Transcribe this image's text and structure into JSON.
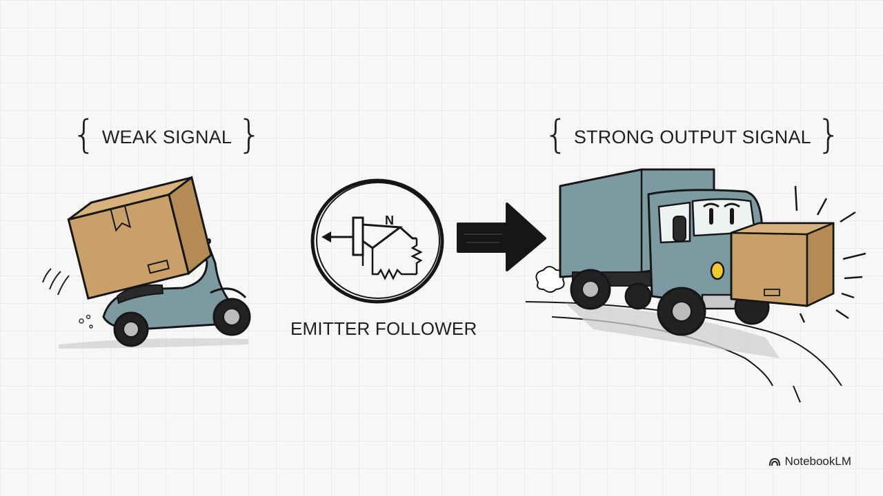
{
  "labels": {
    "weak_signal": "WEAK SIGNAL",
    "emitter_follower": "EMITTER FOLLOWER",
    "strong_output_signal": "STRONG OUTPUT SIGNAL"
  },
  "schematic": {
    "transistor_type": "N"
  },
  "brand": {
    "name": "NotebookLM"
  },
  "colors": {
    "box": "#c9a06a",
    "scooter": "#7d9aa3",
    "truck": "#7d9aa3",
    "ink": "#161616"
  }
}
